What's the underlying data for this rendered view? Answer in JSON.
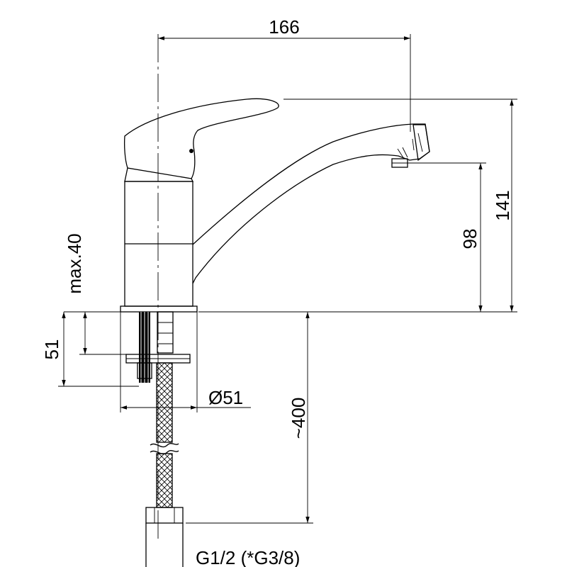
{
  "dimensions": {
    "top_width": "166",
    "total_height": "141",
    "spout_height": "98",
    "max_thickness": "max.40",
    "shank_length": "51",
    "base_diameter": "Ø51",
    "hose_length": "~400",
    "thread": "G1/2 (*G3/8)"
  },
  "colors": {
    "line": "#000000",
    "background": "#ffffff"
  }
}
